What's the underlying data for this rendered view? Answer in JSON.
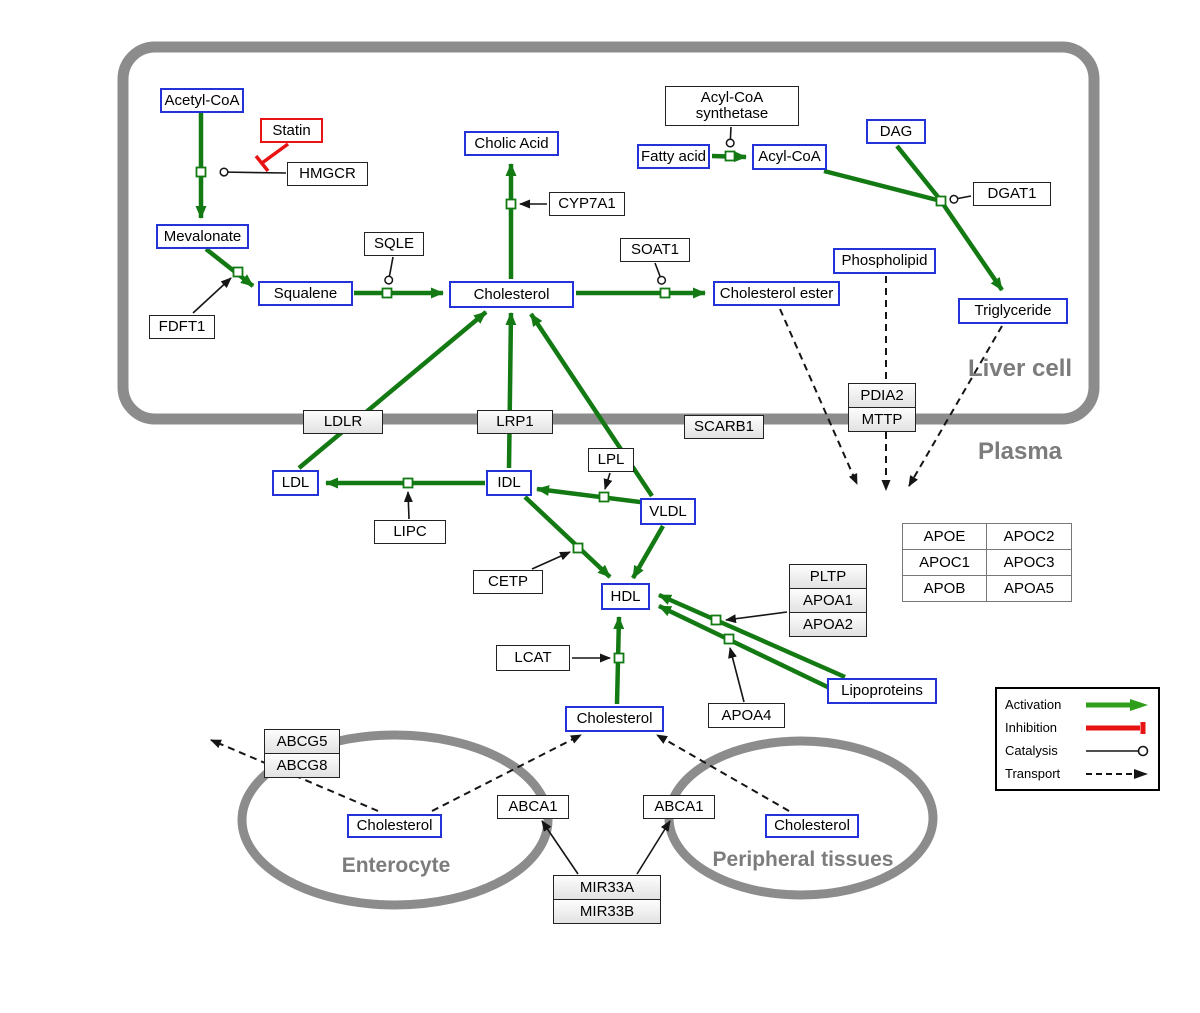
{
  "regions": {
    "liver": "Liver cell",
    "plasma": "Plasma",
    "enterocyte": "Enterocyte",
    "peripheral": "Peripheral tissues"
  },
  "nodes": {
    "acetyl_coa": "Acetyl-CoA",
    "statin": "Statin",
    "hmgcr": "HMGCR",
    "mevalonate": "Mevalonate",
    "fdft1": "FDFT1",
    "squalene": "Squalene",
    "sqle": "SQLE",
    "cholesterol_liver": "Cholesterol",
    "cholic_acid": "Cholic Acid",
    "cyp7a1": "CYP7A1",
    "soat1": "SOAT1",
    "cholesterol_ester": "Cholesterol ester",
    "fatty_acid": "Fatty acid",
    "acyl_coa_synthetase": "Acyl-CoA synthetase",
    "acyl_coa": "Acyl-CoA",
    "dag": "DAG",
    "dgat1": "DGAT1",
    "phospholipid": "Phospholipid",
    "triglyceride": "Triglyceride",
    "pdia2": "PDIA2",
    "mttp": "MTTP",
    "ldlr": "LDLR",
    "lrp1": "LRP1",
    "scarb1": "SCARB1",
    "ldl": "LDL",
    "idl": "IDL",
    "vldl": "VLDL",
    "lpl": "LPL",
    "lipc": "LIPC",
    "cetp": "CETP",
    "hdl": "HDL",
    "lcat": "LCAT",
    "pltp": "PLTP",
    "apoa1": "APOA1",
    "apoa2": "APOA2",
    "apoa4": "APOA4",
    "lipoproteins": "Lipoproteins",
    "cholesterol_plasma": "Cholesterol",
    "abcg5": "ABCG5",
    "abcg8": "ABCG8",
    "cholesterol_enterocyte": "Cholesterol",
    "abca1_enterocyte": "ABCA1",
    "abca1_peripheral": "ABCA1",
    "cholesterol_peripheral": "Cholesterol",
    "mir33a": "MIR33A",
    "mir33b": "MIR33B"
  },
  "apo_table": {
    "rows": [
      [
        "APOE",
        "APOC2"
      ],
      [
        "APOC1",
        "APOC3"
      ],
      [
        "APOB",
        "APOA5"
      ]
    ]
  },
  "legend": {
    "activation": "Activation",
    "inhibition": "Inhibition",
    "catalysis": "Catalysis",
    "transport": "Transport"
  },
  "colors": {
    "activation_green": "#137a13",
    "inhibition_red": "#e81313",
    "metabolite_border_blue": "#2433d9",
    "compartment_gray": "#8c8c8c",
    "region_label_gray": "#7c7c7c"
  }
}
